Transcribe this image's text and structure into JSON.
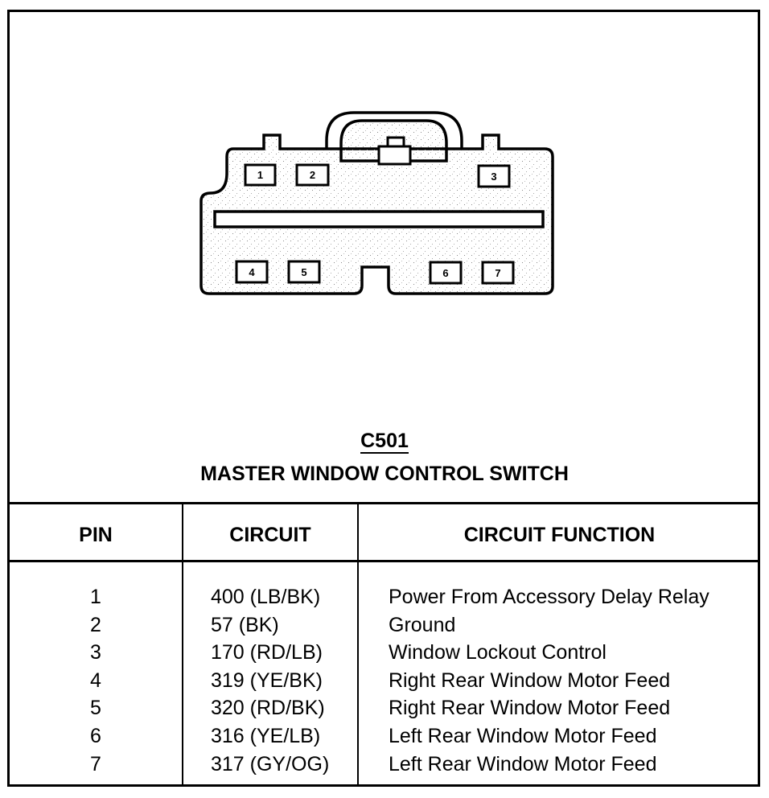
{
  "connector": {
    "id": "C501",
    "name": "MASTER WINDOW CONTROL SWITCH",
    "pin_labels": [
      "1",
      "2",
      "3",
      "4",
      "5",
      "6",
      "7"
    ]
  },
  "table": {
    "headers": {
      "pin": "PIN",
      "circuit": "CIRCUIT",
      "function": "CIRCUIT FUNCTION"
    },
    "rows": [
      {
        "pin": "1",
        "circuit": "400 (LB/BK)",
        "function": "Power From Accessory Delay Relay"
      },
      {
        "pin": "2",
        "circuit": "57 (BK)",
        "function": "Ground"
      },
      {
        "pin": "3",
        "circuit": "170 (RD/LB)",
        "function": "Window Lockout Control"
      },
      {
        "pin": "4",
        "circuit": "319 (YE/BK)",
        "function": "Right Rear Window Motor Feed"
      },
      {
        "pin": "5",
        "circuit": "320 (RD/BK)",
        "function": "Right Rear Window Motor Feed"
      },
      {
        "pin": "6",
        "circuit": "316 (YE/LB)",
        "function": "Left Rear Window Motor Feed"
      },
      {
        "pin": "7",
        "circuit": "317 (GY/OG)",
        "function": "Left Rear Window Motor Feed"
      }
    ]
  }
}
